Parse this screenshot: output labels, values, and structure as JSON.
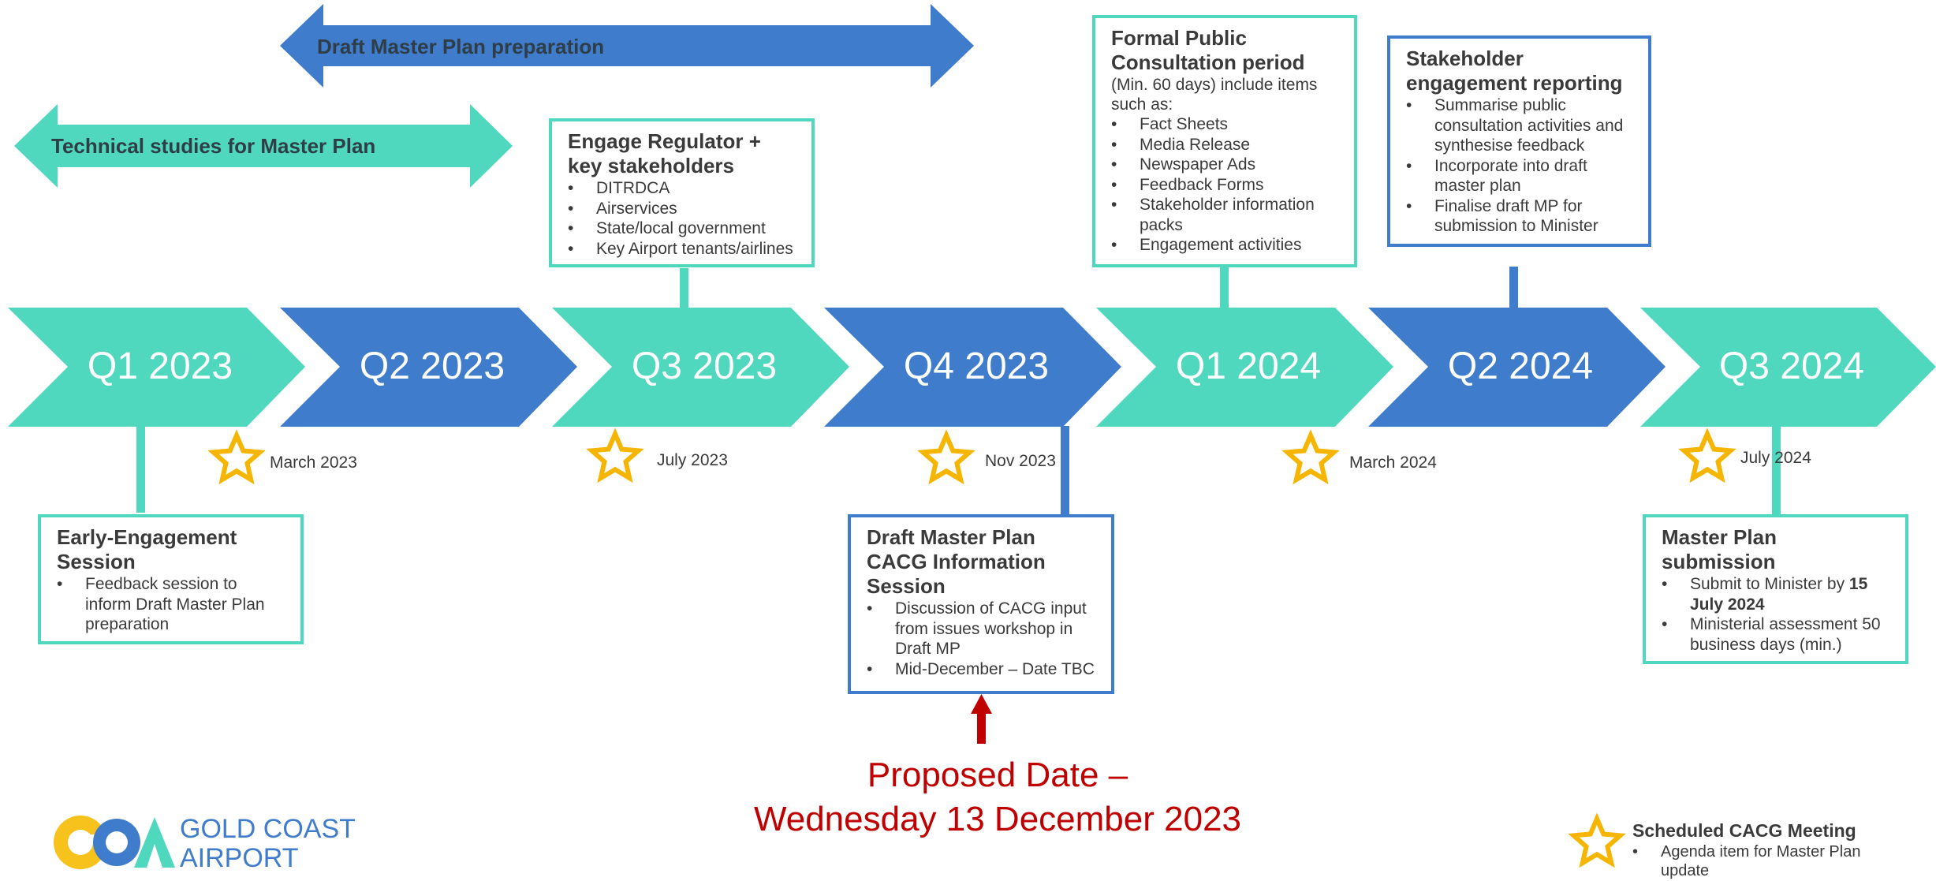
{
  "colors": {
    "teal": "#4fd8be",
    "blue": "#3f7ccb",
    "star": "#f5b500",
    "red": "#c00000",
    "logo_yellow": "#f7c21b"
  },
  "top_arrows": {
    "draft": "Draft Master Plan preparation",
    "technical": "Technical studies for Master Plan"
  },
  "quarters": [
    "Q1 2023",
    "Q2 2023",
    "Q3 2023",
    "Q4 2023",
    "Q1 2024",
    "Q2 2024",
    "Q3 2024"
  ],
  "meetings": [
    "March 2023",
    "July 2023",
    "Nov 2023",
    "March 2024",
    "July 2024"
  ],
  "boxes": {
    "engage": {
      "title": "Engage Regulator + key stakeholders",
      "items": [
        "DITRDCA",
        "Airservices",
        "State/local government",
        "Key Airport tenants/airlines"
      ]
    },
    "consultation": {
      "title": "Formal Public Consultation period",
      "intro": "(Min. 60 days) include items such as:",
      "items": [
        "Fact Sheets",
        "Media Release",
        "Newspaper Ads",
        "Feedback Forms",
        "Stakeholder information packs",
        "Engagement activities"
      ]
    },
    "reporting": {
      "title": "Stakeholder engagement reporting",
      "items": [
        "Summarise public consultation activities and synthesise feedback",
        "Incorporate into draft  master plan",
        "Finalise draft MP for submission to Minister"
      ]
    },
    "early": {
      "title": "Early-Engagement Session",
      "items": [
        "Feedback session to inform Draft Master Plan preparation"
      ]
    },
    "cacg": {
      "title": "Draft Master Plan CACG Information Session",
      "items": [
        "Discussion of CACG input from issues workshop in Draft MP",
        "Mid-December – Date TBC"
      ]
    },
    "submission": {
      "title": "Master Plan submission",
      "item1_prefix": "Submit to Minister by ",
      "item1_bold": "15 July 2024",
      "item2": "Ministerial assessment 50 business days (min.)"
    }
  },
  "proposed": {
    "line1": "Proposed Date –",
    "line2": "Wednesday 13 December 2023"
  },
  "logo": {
    "line1": "GOLD COAST",
    "line2": "AIRPORT"
  },
  "legend": {
    "title": "Scheduled CACG Meeting",
    "item": "Agenda item for Master Plan update"
  }
}
